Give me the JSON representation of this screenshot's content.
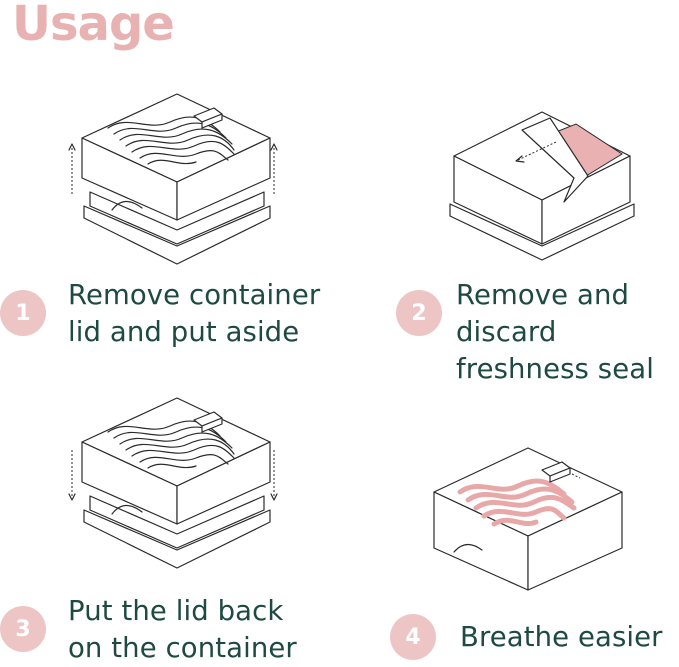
{
  "page": {
    "title": "Usage",
    "accent_color": "#e8b2b2",
    "text_color": "#1f4a42"
  },
  "steps": [
    {
      "number": "1",
      "text": "Remove container\nlid and put aside",
      "illustration": "box-lid-lift-icon"
    },
    {
      "number": "2",
      "text": "Remove and\ndiscard\nfreshness seal",
      "illustration": "peel-seal-icon"
    },
    {
      "number": "3",
      "text": "Put the lid back\non the container",
      "illustration": "box-lid-lower-icon"
    },
    {
      "number": "4",
      "text": "Breathe easier",
      "illustration": "open-box-scent-icon"
    }
  ]
}
